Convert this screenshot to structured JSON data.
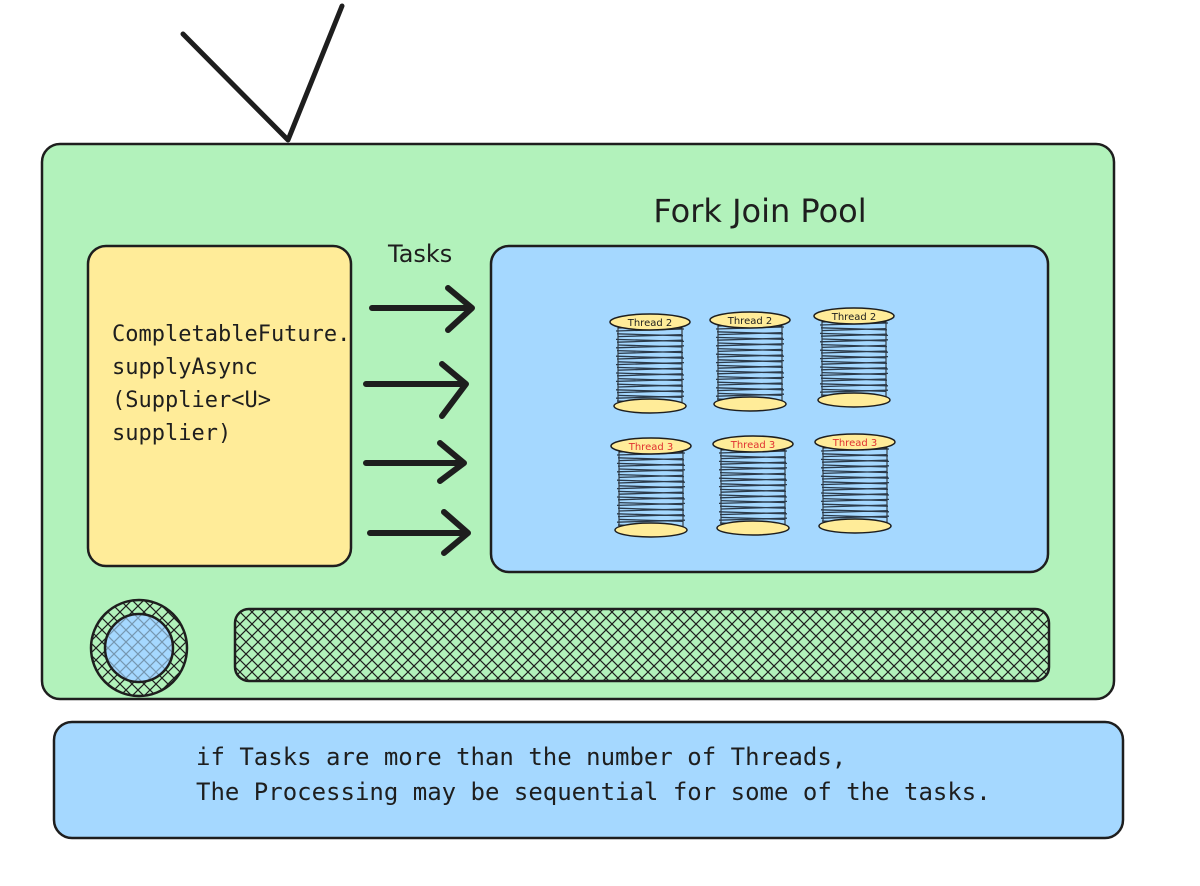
{
  "diagram": {
    "pool_title": "Fork Join Pool",
    "tasks_label": "Tasks",
    "producer": {
      "lines": [
        "CompletableFuture.",
        "supplyAsync",
        "(Supplier<U>",
        "supplier)"
      ]
    },
    "threads": [
      {
        "label": "Thread 2",
        "label_color": "#1e1e1e"
      },
      {
        "label": "Thread 2",
        "label_color": "#1e1e1e"
      },
      {
        "label": "Thread 2",
        "label_color": "#1e1e1e"
      },
      {
        "label": "Thread 3",
        "label_color": "#e03131"
      },
      {
        "label": "Thread 3",
        "label_color": "#e03131"
      },
      {
        "label": "Thread 3",
        "label_color": "#e03131"
      }
    ],
    "note": {
      "lines": [
        "if Tasks are more than the number of Threads,",
        "The Processing may be sequential for some of the tasks."
      ]
    }
  },
  "colors": {
    "tv_body": "#b2f2bb",
    "producer_box": "#ffec99",
    "pool_box": "#a5d8ff",
    "note_box": "#a5d8ff",
    "spool_cap": "#ffec99",
    "stroke": "#1e1e1e"
  }
}
